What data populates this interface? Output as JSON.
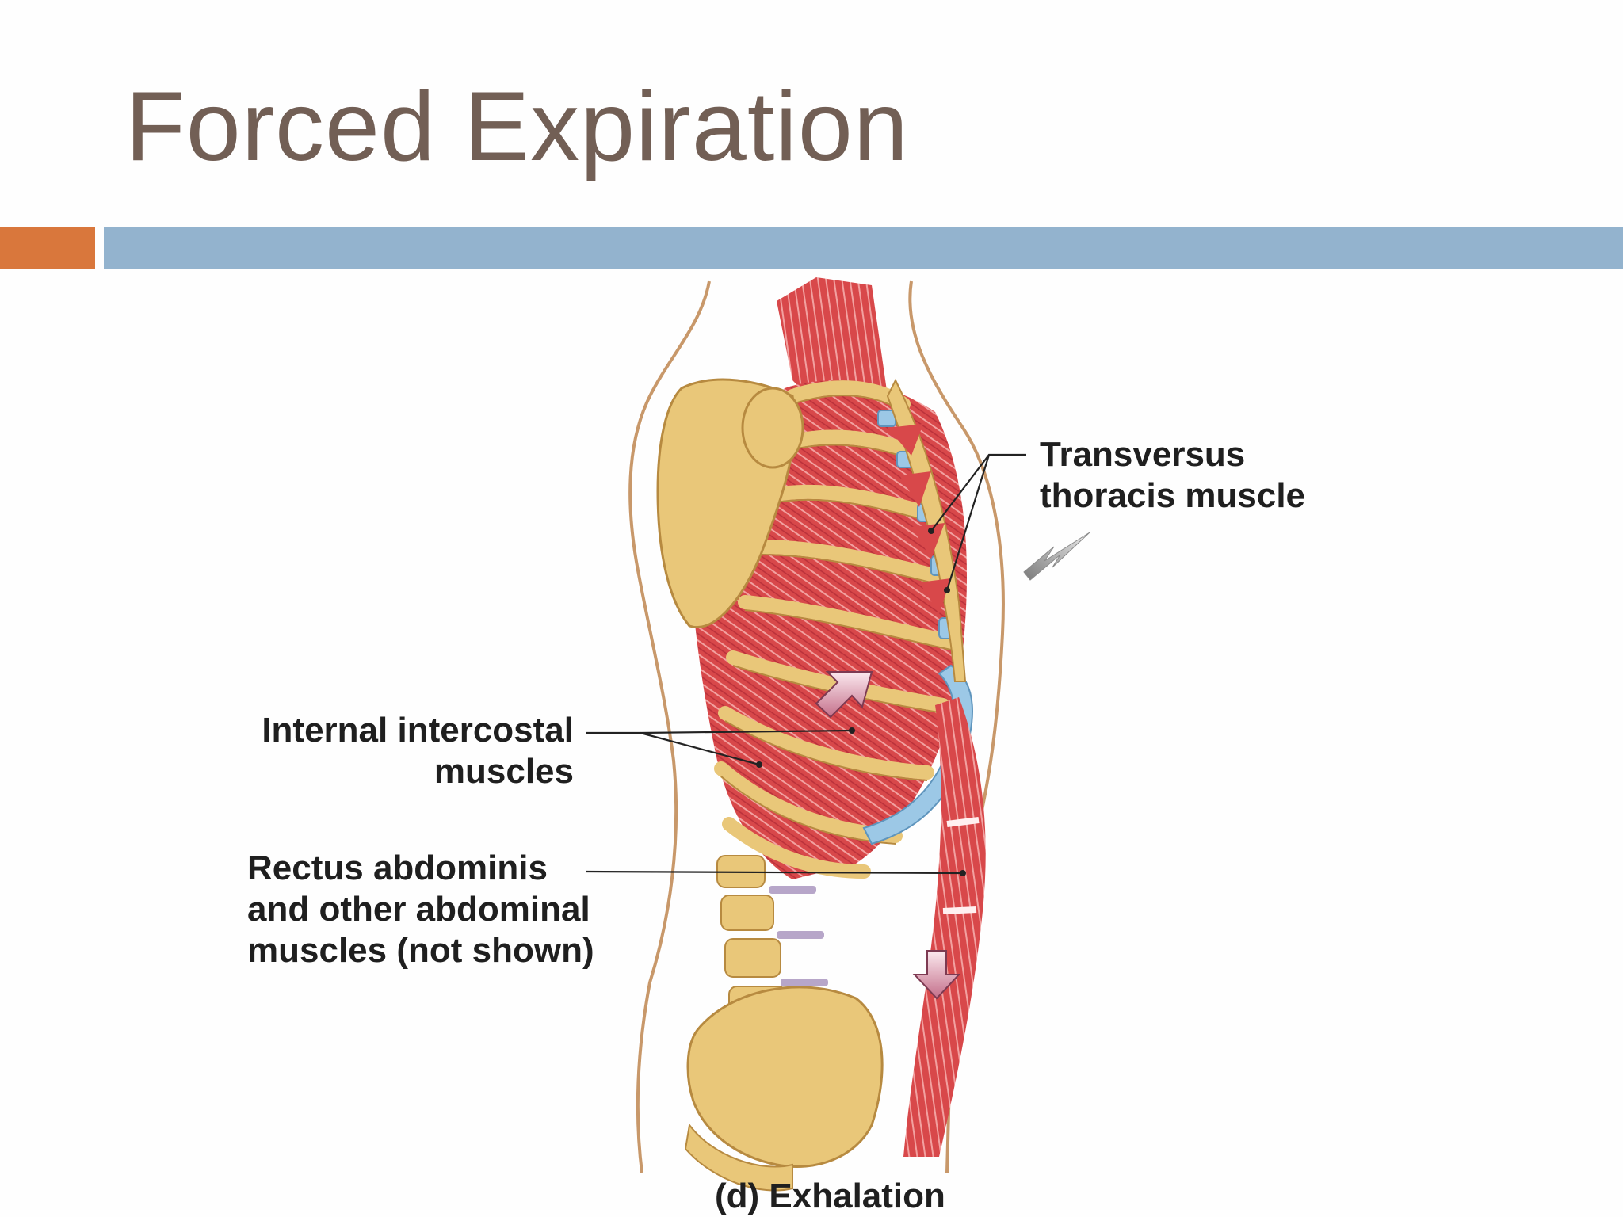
{
  "slide": {
    "title": "Forced Expiration"
  },
  "figure": {
    "labels": {
      "transversus": [
        "Transversus",
        "thoracis muscle"
      ],
      "intercostal": [
        "Internal intercostal",
        "muscles"
      ],
      "rectus": [
        "Rectus abdominis",
        "and other abdominal",
        "muscles (not shown)"
      ],
      "caption": "(d) Exhalation"
    },
    "colors": {
      "bone": "#e9c779",
      "muscle": "#d8484a",
      "cartilage": "#9cc8e6",
      "accent_orange": "#d9773c",
      "accent_blue": "#93b3ce",
      "title": "#725f55"
    }
  }
}
